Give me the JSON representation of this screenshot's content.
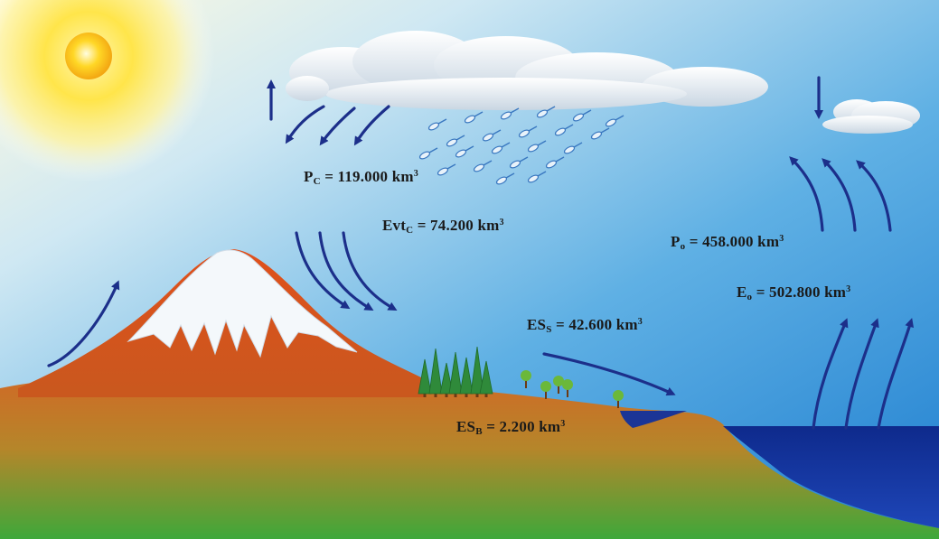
{
  "labels": {
    "pc": {
      "base": "P",
      "sub": "C",
      "value": " = 119.000 km",
      "unit_sup": "3"
    },
    "evtc": {
      "base": "Evt",
      "sub": "C",
      "value": " = 74.200 km",
      "unit_sup": "3"
    },
    "po": {
      "base": "P",
      "sub": "o",
      "value": " = 458.000 km",
      "unit_sup": "3"
    },
    "eo": {
      "base": "E",
      "sub": "o",
      "value": " = 502.800 km",
      "unit_sup": "3"
    },
    "ess": {
      "base": "ES",
      "sub": "S",
      "value": " = 42.600 km",
      "unit_sup": "3"
    },
    "esb": {
      "base": "ES",
      "sub": "B",
      "value": " = 2.200 km",
      "unit_sup": "3"
    }
  },
  "colors": {
    "sky_top": "#1e78c8",
    "sky_bottom": "#cfe6f2",
    "sun": "#ffd21a",
    "mountain": "#d9531e",
    "snow": "#f4f8fb",
    "ground_top": "#c8762a",
    "ground_bottom": "#4aa83a",
    "ocean": "#0e2a8c",
    "arrow": "#1c2f8a",
    "tree": "#2f8a3a"
  },
  "icons": [
    "sun-icon",
    "cloud-icon",
    "rain-icon",
    "tree-icon",
    "arrow-icon"
  ]
}
